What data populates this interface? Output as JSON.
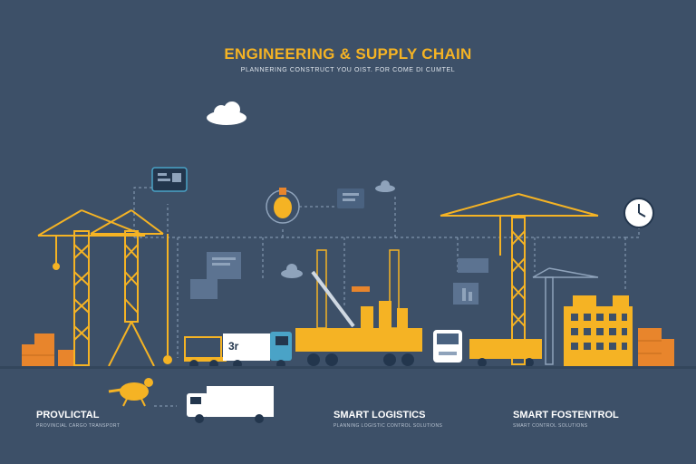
{
  "header": {
    "title": "ENGINEERING & SUPPLY CHAIN",
    "subtitle": "PLANNERING CONSTRUCT YOU OIST. FOR COME DI CUMTEL"
  },
  "truck_sign": "3r",
  "sections": [
    {
      "label": "PROVLICTAL",
      "sublabel": "PROVINCIAL CARGO TRANSPORT"
    },
    {
      "label": "SMART LOGISTICS",
      "sublabel": "PLANNING LOGISTIC CONTROL SOLUTIONS"
    },
    {
      "label": "SMART FOSTENTROL",
      "sublabel": "SMART CONTROL SOLUTIONS"
    }
  ],
  "colors": {
    "background": "#3d5068",
    "accent": "#f5b324",
    "orange": "#e8852c",
    "line": "#8fa3bb",
    "teal": "#4aa3c7",
    "white": "#ffffff"
  },
  "icons": [
    "cloud-icon",
    "chat-bubble-icon",
    "lightbulb-icon",
    "clock-icon",
    "cloud-icon",
    "chart-icon",
    "document-icon"
  ]
}
